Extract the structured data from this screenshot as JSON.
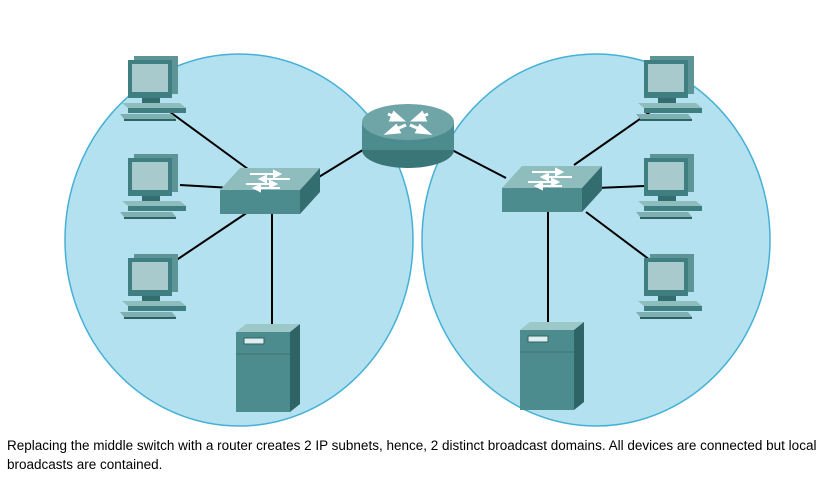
{
  "diagram": {
    "domains": [
      {
        "name": "broadcast-domain-left"
      },
      {
        "name": "broadcast-domain-right"
      }
    ],
    "colors": {
      "domain_fill": "#b3e1f0",
      "domain_stroke": "#45b0d6",
      "device_body": "#4c8c8e",
      "device_light": "#9cc8c9",
      "device_dark": "#2f6466",
      "screen": "#a9cacc",
      "link": "#000000"
    },
    "icons": [
      "router-icon",
      "switch-icon",
      "computer-icon",
      "server-icon"
    ]
  },
  "caption": "Replacing the middle switch with a router creates 2 IP subnets, hence, 2 distinct broadcast domains. All devices are connected but local broadcasts are contained."
}
